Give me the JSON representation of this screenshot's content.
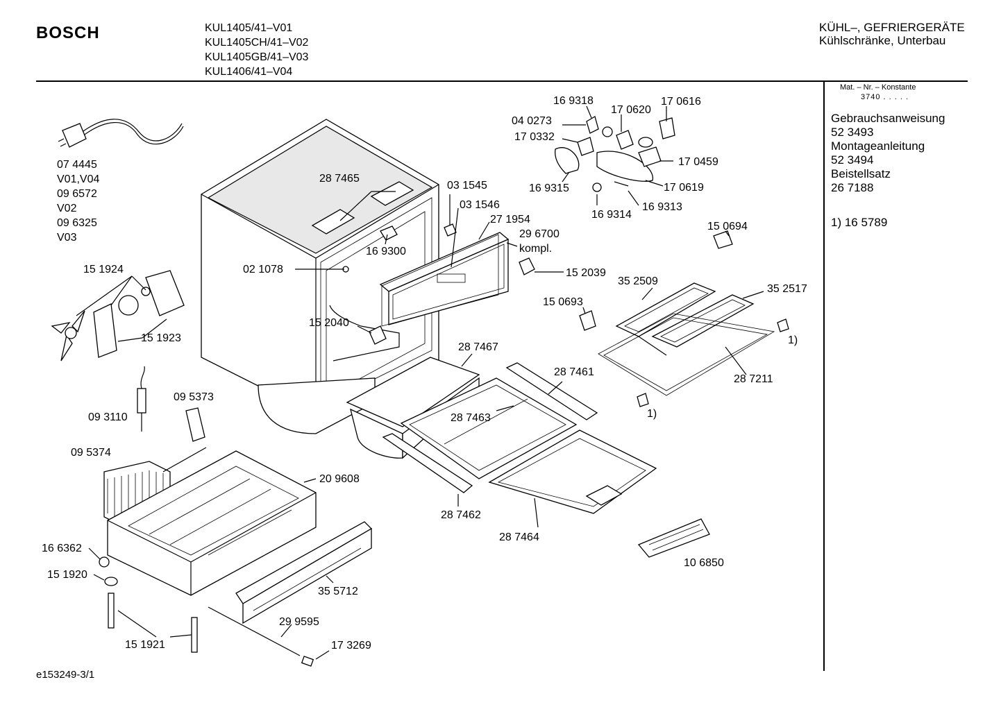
{
  "header": {
    "brand": "BOSCH",
    "models": [
      "KUL1405/41–V01",
      "KUL1405CH/41–V02",
      "KUL1405GB/41–V03",
      "KUL1406/41–V04"
    ],
    "category_line1": "KÜHL–, GEFRIERGERÄTE",
    "category_line2": "Kühlschränke, Unterbau"
  },
  "sidebar": {
    "mat_label": "Mat. – Nr. – Konstante",
    "mat_value": "3740 .  .  .  .  .",
    "docs": [
      {
        "title": "Gebrauchsanweisung",
        "number": "52 3493"
      },
      {
        "title": "Montageanleitung",
        "number": "52 3494"
      },
      {
        "title": "Beistellsatz",
        "number": "26 7188"
      }
    ],
    "note": "1)  16 5789"
  },
  "labels": {
    "p074445": "07 4445",
    "v01v04": "V01,V04",
    "p096572": "09 6572",
    "v02": "V02",
    "p096325": "09 6325",
    "v03": "V03",
    "p151924": "15 1924",
    "p151923": "15 1923",
    "p093110": "09 3110",
    "p095373": "09 5373",
    "p095374": "09 5374",
    "p166362": "16 6362",
    "p151920": "15 1920",
    "p151921": "15 1921",
    "p209608": "20 9608",
    "p355712": "35 5712",
    "p299595": "29 9595",
    "p173269": "17 3269",
    "p287465": "28 7465",
    "p169300": "16 9300",
    "p021078": "02 1078",
    "p152040": "15 2040",
    "p031545": "03 1545",
    "p031546": "03 1546",
    "p271954": "27 1954",
    "p296700": "29 6700",
    "kompl": "kompl.",
    "p152039": "15 2039",
    "p169318": "16 9318",
    "p170620": "17 0620",
    "p170616": "17 0616",
    "p040273": "04 0273",
    "p170332": "17 0332",
    "p170459": "17 0459",
    "p169315": "16 9315",
    "p170619": "17 0619",
    "p169314": "16 9314",
    "p169313": "16 9313",
    "p150694": "15 0694",
    "p352509": "35 2509",
    "p352517": "35 2517",
    "p150693": "15 0693",
    "note1a": "1)",
    "note1b": "1)",
    "p287211": "28 7211",
    "p287467": "28 7467",
    "p287461": "28 7461",
    "p287463": "28 7463",
    "p287462": "28 7462",
    "p287464": "28 7464",
    "p106850": "10 6850"
  },
  "footer": {
    "code": "e153249-3/1"
  }
}
